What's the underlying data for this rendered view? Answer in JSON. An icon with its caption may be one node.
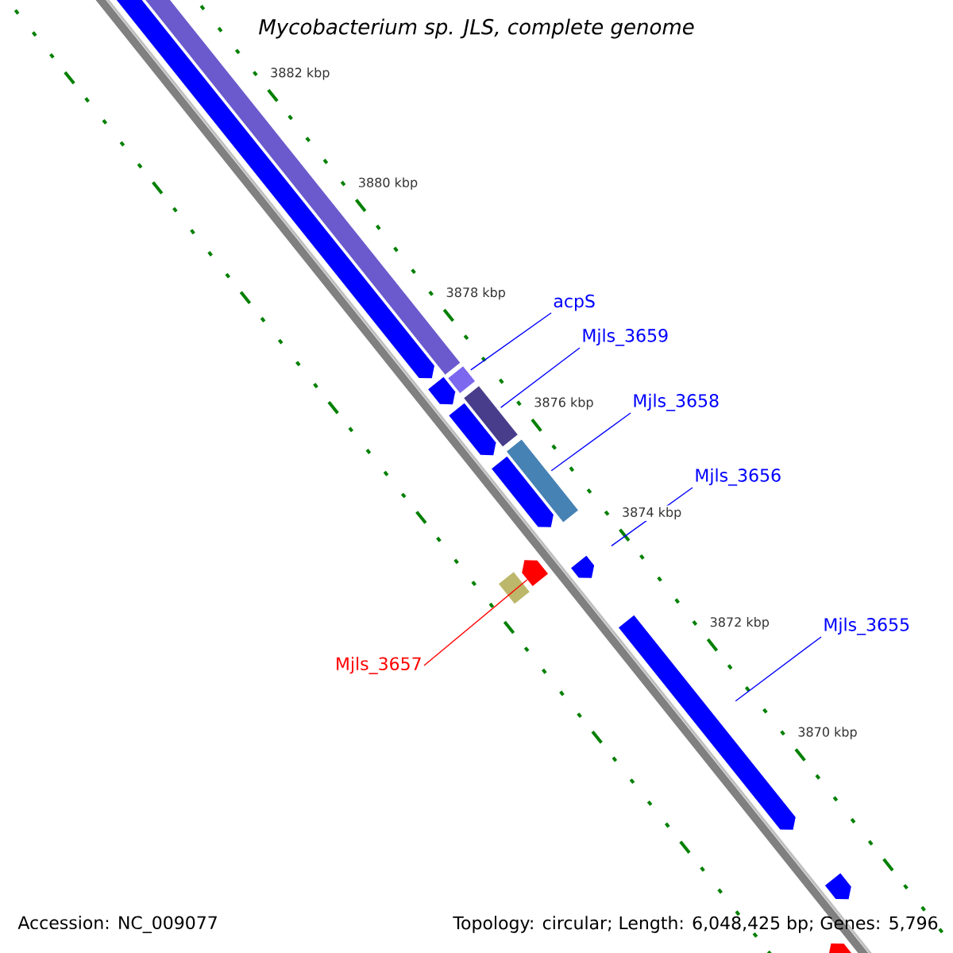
{
  "diagram": {
    "title": "Mycobacterium sp. JLS, complete genome",
    "nodes": [
      {
        "text": [
          "acpS"
        ]
      },
      {
        "text": [],
        "shape": "arrow"
      },
      {
        "text": [
          "Mjls_3659"
        ]
      },
      {
        "text": [],
        "shape": "arrow"
      },
      {
        "text": [
          "Mjls_3658"
        ]
      },
      {
        "text": [],
        "shape": "arrow"
      },
      {
        "text": [
          "Mjls_3656"
        ]
      },
      {
        "text": [],
        "shape": "arrow"
      },
      {
        "text": [
          "Mjls_3657"
        ]
      },
      {
        "text": [],
        "shape": "arrow"
      },
      {
        "text": [
          "Mjls_3655"
        ]
      },
      {
        "text": [],
        "shape": "arrow"
      },
      {
        "text": [],
        "shape": "arrow"
      },
      {
        "text": [],
        "shape": "arrow"
      },
      {
        "text": [],
        "shape": "arrow"
      }
    ],
    "edges": [
      {
        "from": 0,
        "to": 1,
        "arrow": "none"
      },
      {
        "from": 2,
        "to": 3,
        "arrow": "none"
      },
      {
        "from": 4,
        "to": 5,
        "arrow": "none"
      },
      {
        "from": 6,
        "to": 7,
        "arrow": "none"
      },
      {
        "from": 8,
        "to": 9,
        "arrow": "none",
        "color": "#ff0000"
      },
      {
        "from": 10,
        "to": 11,
        "arrow": "none"
      }
    ],
    "labels": [
      "3882 kbp",
      "3880 kbp",
      "3878 kbp",
      "3876 kbp",
      "3874 kbp",
      "3872 kbp",
      "3870 kbp",
      "Accession: NC_009077",
      "Topology: circular; Length: 6,048,425 bp; Genes: 5,796"
    ]
  }
}
